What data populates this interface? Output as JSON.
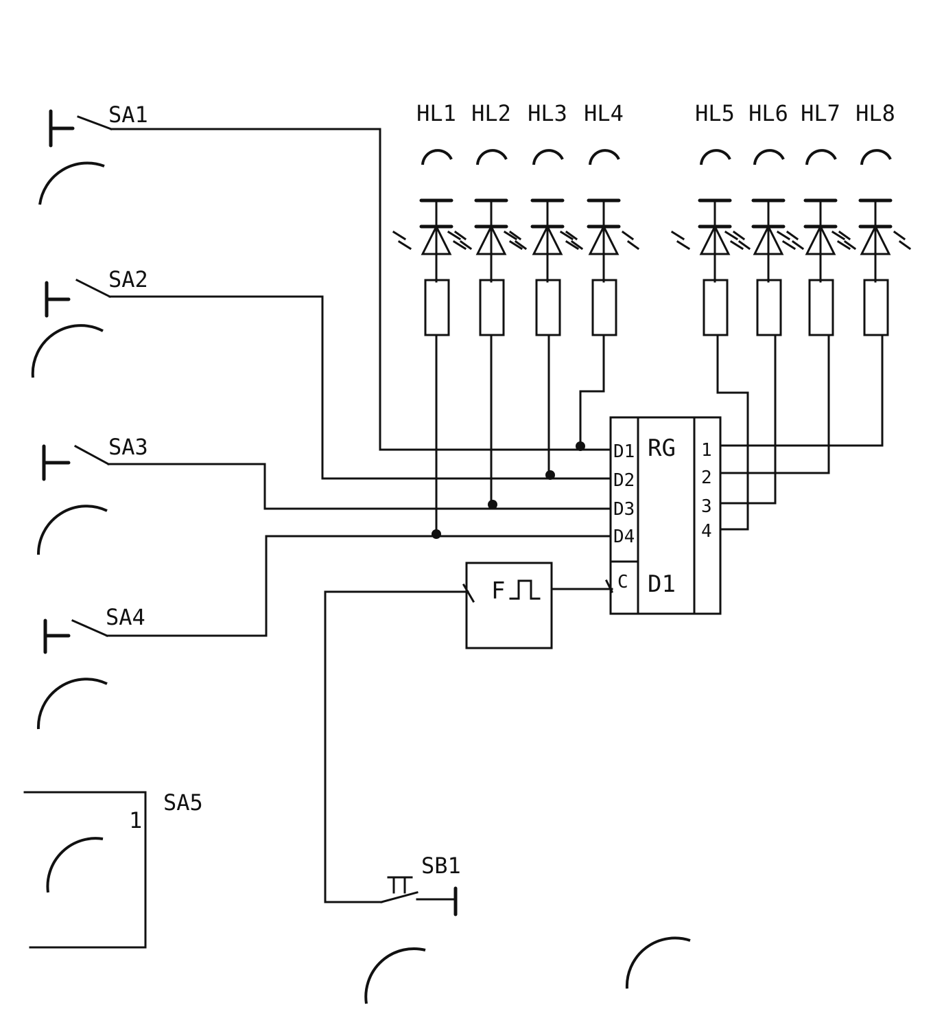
{
  "switches": [
    {
      "id": "sa1",
      "label": "SA1"
    },
    {
      "id": "sa2",
      "label": "SA2"
    },
    {
      "id": "sa3",
      "label": "SA3"
    },
    {
      "id": "sa4",
      "label": "SA4"
    }
  ],
  "selector": {
    "label": "SA5",
    "position": "1"
  },
  "button": {
    "label": "SB1"
  },
  "leds": [
    {
      "id": "hl1",
      "label": "HL1"
    },
    {
      "id": "hl2",
      "label": "HL2"
    },
    {
      "id": "hl3",
      "label": "HL3"
    },
    {
      "id": "hl4",
      "label": "HL4"
    },
    {
      "id": "hl5",
      "label": "HL5"
    },
    {
      "id": "hl6",
      "label": "HL6"
    },
    {
      "id": "hl7",
      "label": "HL7"
    },
    {
      "id": "hl8",
      "label": "HL8"
    }
  ],
  "generator": {
    "label": "F",
    "pulse_symbol": "⎍"
  },
  "register": {
    "function": "RG",
    "designator": "D1",
    "inputs": [
      "D1",
      "D2",
      "D3",
      "D4"
    ],
    "clock": "C",
    "outputs": [
      "1",
      "2",
      "3",
      "4"
    ]
  }
}
